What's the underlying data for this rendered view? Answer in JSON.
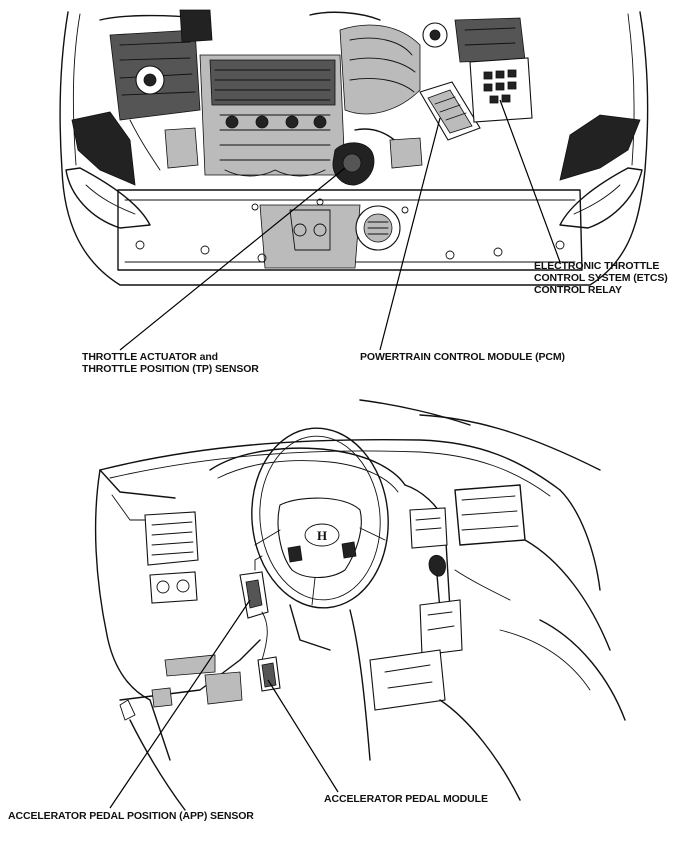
{
  "labels": {
    "etcs_relay": [
      "ELECTRONIC THROTTLE",
      "CONTROL SYSTEM (ETCS)",
      "CONTROL RELAY"
    ],
    "throttle_actuator": [
      "THROTTLE ACTUATOR and",
      "THROTTLE POSITION (TP) SENSOR"
    ],
    "pcm": "POWERTRAIN CONTROL MODULE (PCM)",
    "pedal_module": "ACCELERATOR PEDAL MODULE",
    "app_sensor": "ACCELERATOR PEDAL POSITION (APP) SENSOR"
  }
}
